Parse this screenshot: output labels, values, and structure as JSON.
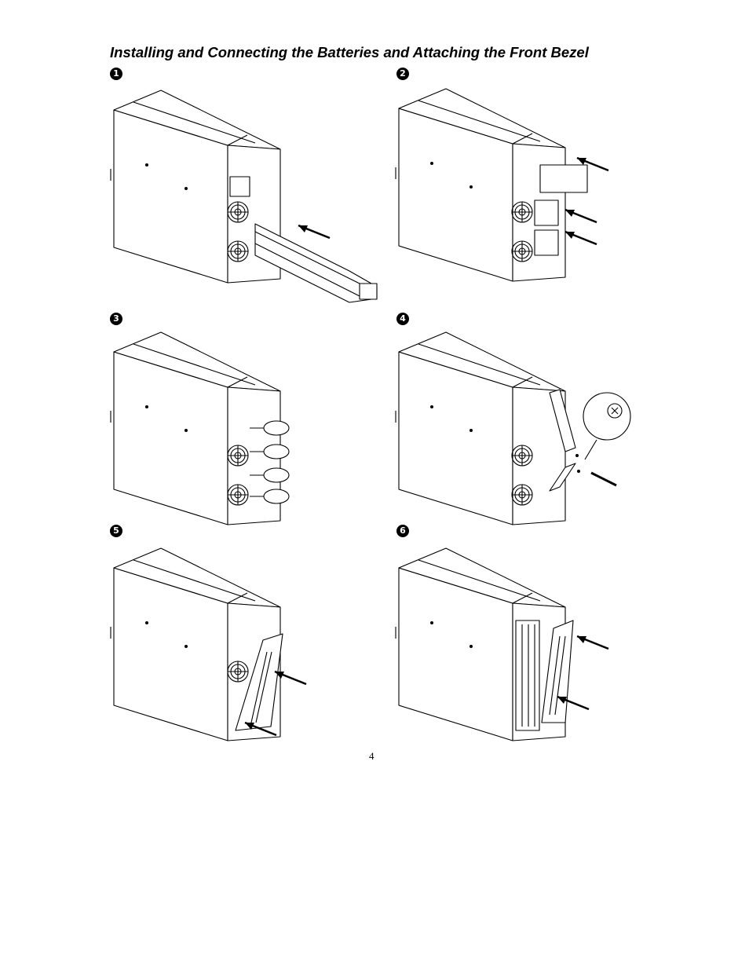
{
  "page": {
    "title": "Installing and Connecting the Batteries and Attaching the Front Bezel",
    "page_number": "4"
  },
  "steps": [
    {
      "marker": "1",
      "icon": "battery-slide-in-illustration"
    },
    {
      "marker": "2",
      "icon": "battery-packs-insert-illustration"
    },
    {
      "marker": "3",
      "icon": "battery-connectors-illustration"
    },
    {
      "marker": "4",
      "icon": "bracket-screw-illustration"
    },
    {
      "marker": "5",
      "icon": "bezel-attach-illustration"
    },
    {
      "marker": "6",
      "icon": "bezel-close-illustration"
    }
  ]
}
